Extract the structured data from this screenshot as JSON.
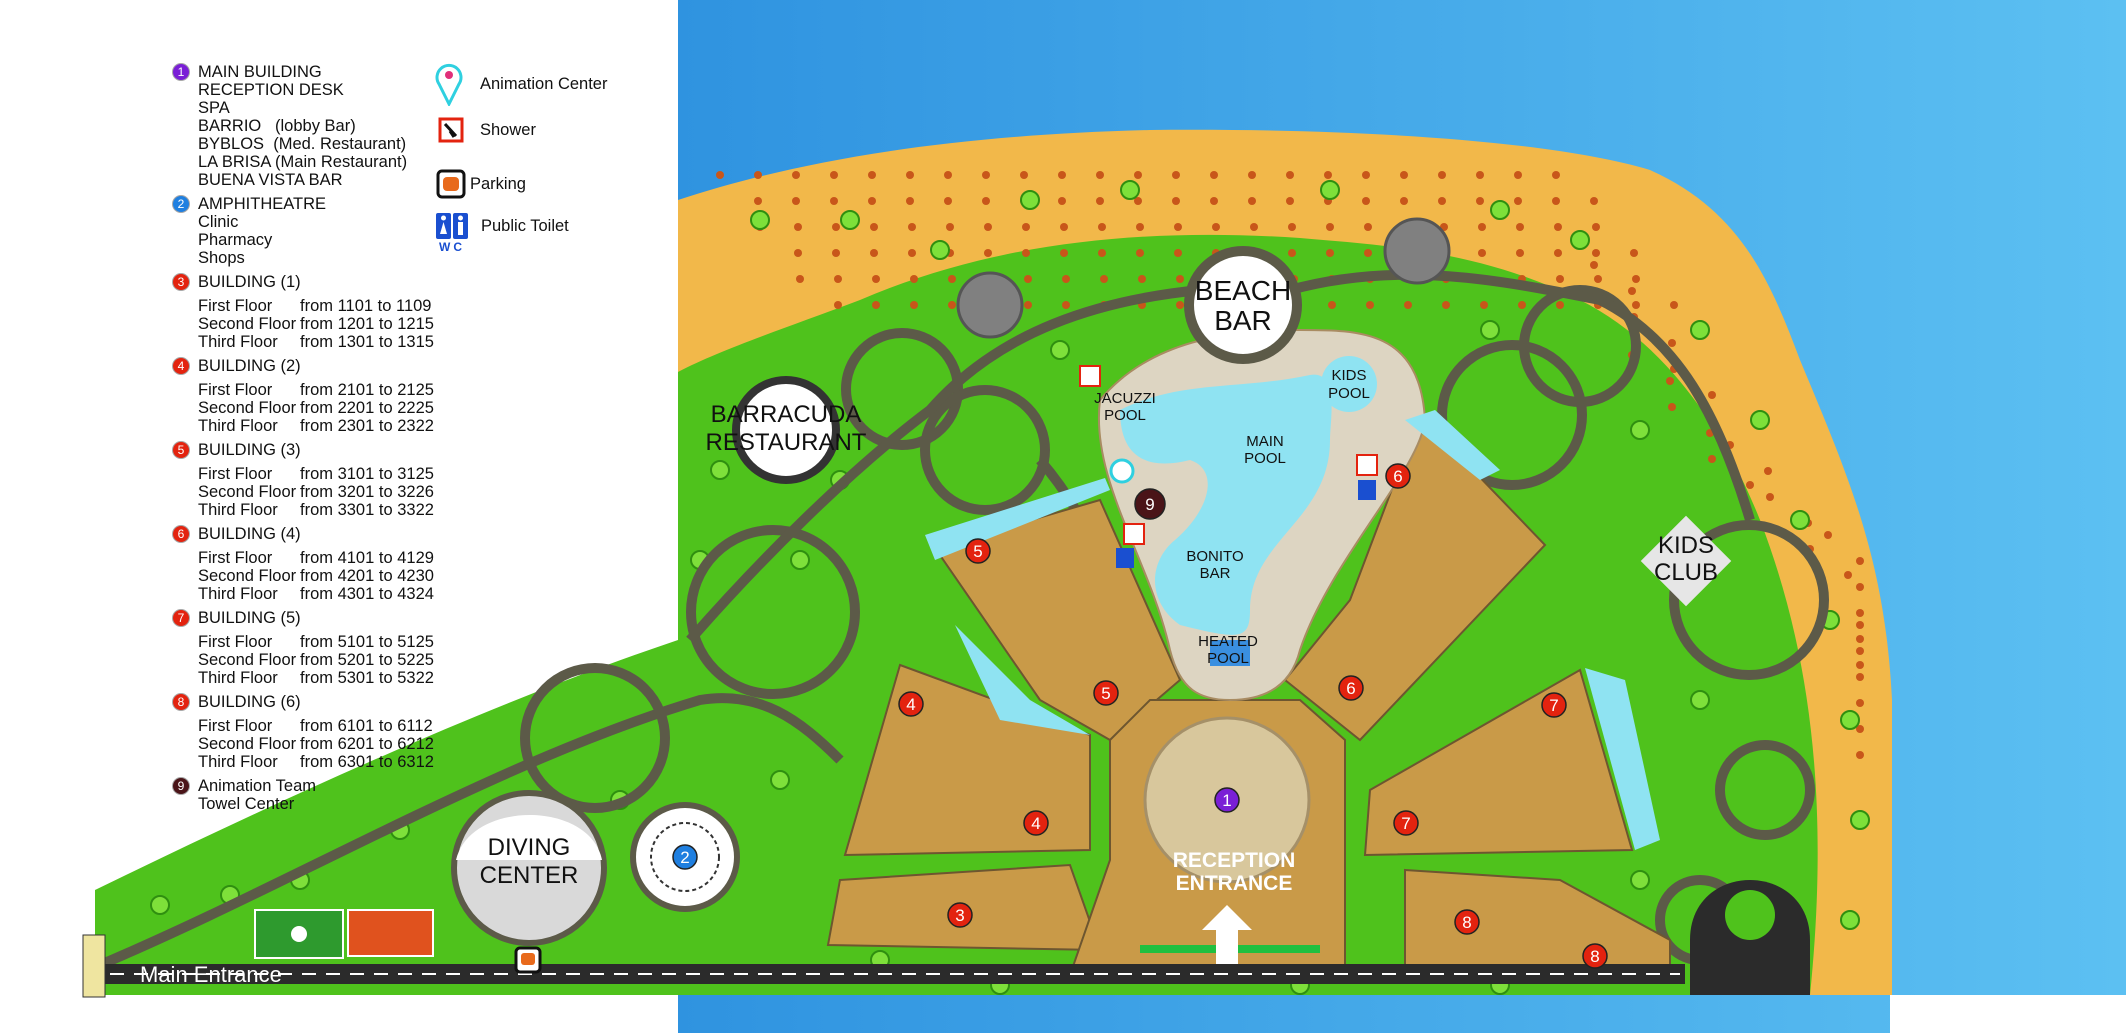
{
  "legend": {
    "items": [
      {
        "num": "1",
        "color": "#7a1fd6",
        "lines": [
          "MAIN BUILDING",
          "RECEPTION DESK",
          "SPA",
          "BARRIO   (lobby Bar)",
          "BYBLOS  (Med. Restaurant)",
          "LA BRISA (Main Restaurant)",
          "BUENA VISTA BAR"
        ]
      },
      {
        "num": "2",
        "color": "#1f7fe0",
        "lines": [
          "AMPHITHEATRE",
          "Clinic",
          "Pharmacy",
          "Shops"
        ]
      },
      {
        "num": "3",
        "color": "#e3230f",
        "title": "BUILDING (1)",
        "floors": [
          [
            "First Floor",
            "from 1101 to 1109"
          ],
          [
            "Second Floor",
            "from 1201 to 1215"
          ],
          [
            "Third Floor",
            "from 1301 to 1315"
          ]
        ]
      },
      {
        "num": "4",
        "color": "#e3230f",
        "title": "BUILDING (2)",
        "floors": [
          [
            "First Floor",
            "from 2101 to 2125"
          ],
          [
            "Second Floor",
            "from 2201 to 2225"
          ],
          [
            "Third Floor",
            "from 2301 to 2322"
          ]
        ]
      },
      {
        "num": "5",
        "color": "#e3230f",
        "title": "BUILDING (3)",
        "floors": [
          [
            "First Floor",
            "from 3101 to 3125"
          ],
          [
            "Second Floor",
            "from 3201 to 3226"
          ],
          [
            "Third Floor",
            "from 3301 to 3322"
          ]
        ]
      },
      {
        "num": "6",
        "color": "#e3230f",
        "title": "BUILDING (4)",
        "floors": [
          [
            "First Floor",
            "from 4101 to 4129"
          ],
          [
            "Second Floor",
            "from 4201 to 4230"
          ],
          [
            "Third Floor",
            "from 4301 to 4324"
          ]
        ]
      },
      {
        "num": "7",
        "color": "#e3230f",
        "title": "BUILDING (5)",
        "floors": [
          [
            "First Floor",
            "from 5101 to 5125"
          ],
          [
            "Second Floor",
            "from 5201 to 5225"
          ],
          [
            "Third Floor",
            "from 5301 to 5322"
          ]
        ]
      },
      {
        "num": "8",
        "color": "#e3230f",
        "title": "BUILDING (6)",
        "floors": [
          [
            "First Floor",
            "from 6101 to 6112"
          ],
          [
            "Second Floor",
            "from 6201 to 6212"
          ],
          [
            "Third Floor",
            "from 6301 to 6312"
          ]
        ]
      },
      {
        "num": "9",
        "color": "#4a1418",
        "lines": [
          "Animation Team",
          "Towel Center"
        ]
      }
    ],
    "symbols": {
      "animation_center": "Animation Center",
      "shower": "Shower",
      "parking": "Parking",
      "public_toilet": "Public Toilet",
      "wc": "WC"
    }
  },
  "map_labels": {
    "beach_bar": [
      "BEACH",
      "BAR"
    ],
    "barracuda": [
      "BARRACUDA",
      "RESTAURANT"
    ],
    "diving_center": [
      "DIVING",
      "CENTER"
    ],
    "kids_club": [
      "KIDS",
      "CLUB"
    ],
    "kids_pool": [
      "KIDS",
      "POOL"
    ],
    "jacuzzi_pool": [
      "JACUZZI",
      "POOL"
    ],
    "main_pool": [
      "MAIN",
      "POOL"
    ],
    "bonito_bar": [
      "BONITO",
      "BAR"
    ],
    "heated_pool": [
      "HEATED",
      "POOL"
    ],
    "reception_entrance": [
      "RECEPTION",
      "ENTRANCE"
    ],
    "main_entrance": "Main Entrance"
  },
  "markers": [
    "1",
    "2",
    "3",
    "4",
    "4",
    "5",
    "5",
    "6",
    "6",
    "7",
    "7",
    "8",
    "8",
    "9"
  ],
  "colors": {
    "sea": "#3aa6e8",
    "sand": "#f2b84a",
    "grass": "#4fc21c",
    "building": "#c99a48",
    "path": "#5c5a48",
    "road": "#2b2b2b",
    "pool": "#8fe3f2"
  }
}
